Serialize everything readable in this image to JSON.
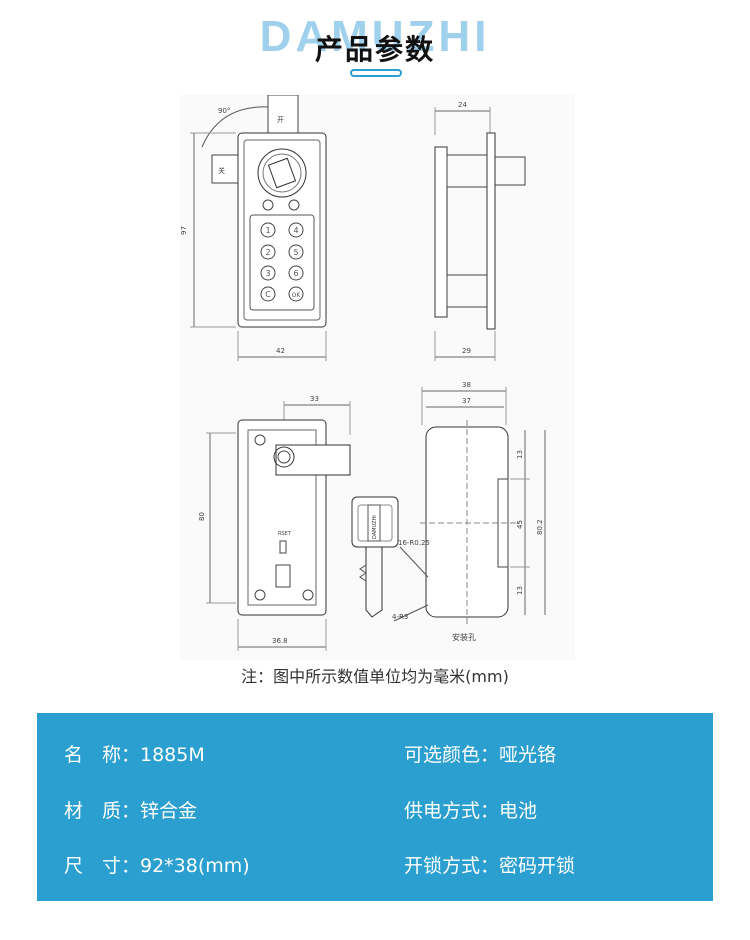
{
  "header": {
    "watermark": "DAMUZHI",
    "title": "产品参数"
  },
  "drawing": {
    "labels": {
      "angle": "90°",
      "open": "开",
      "close": "关",
      "keys": [
        "1",
        "4",
        "2",
        "5",
        "3",
        "6",
        "C",
        "OK"
      ],
      "reset": "RSET",
      "brand": "DAMUZHI",
      "holes": "安装孔"
    },
    "dims": {
      "front_height": "97",
      "front_width": "42",
      "side_top": "24",
      "side_bottom": "29",
      "back_top": "33",
      "back_height": "80",
      "back_bottom": "36.8",
      "plate_outer": "38",
      "plate_inner": "37",
      "plate_h1": "13",
      "plate_mid": "45",
      "plate_h2": "13",
      "plate_total": "80.2",
      "r1": "16-R0.25",
      "r2": "4-R3"
    }
  },
  "note": "注：图中所示数值单位均为毫米(mm)",
  "specs": {
    "rows": [
      {
        "left": "名　称：1885M",
        "right": "可选颜色：哑光铬"
      },
      {
        "left": "材　质：锌合金",
        "right": "供电方式：电池"
      },
      {
        "left": "尺　寸：92*38(mm)",
        "right": "开锁方式：密码开锁"
      }
    ],
    "colors": {
      "panel": "#2a9fd0",
      "text": "#ffffff"
    }
  }
}
